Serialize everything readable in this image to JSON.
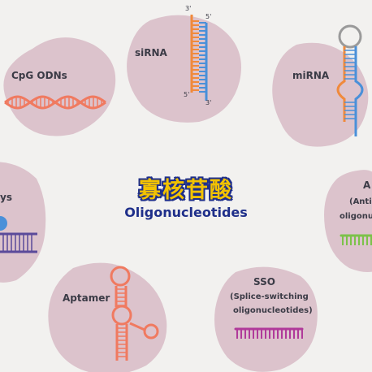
{
  "title": {
    "chinese": "寡核苷酸",
    "english": "Oligonucleotides"
  },
  "nodes": {
    "cpg": {
      "label": "CpG ODNs"
    },
    "sirna": {
      "label": "siRNA",
      "strand_ends": [
        "3'",
        "5'",
        "5'",
        "3'"
      ]
    },
    "mirna": {
      "label": "miRNA"
    },
    "aptazymes": {
      "label": "ys"
    },
    "aso": {
      "label": "A",
      "sub1": "(Anti",
      "sub2": "oligonuc"
    },
    "aptamer": {
      "label": "Aptamer"
    },
    "sso": {
      "label": "SSO",
      "sub1": "(Splice-switching",
      "sub2": "oligonucleotides)"
    }
  },
  "colors": {
    "background": "#f2f1ef",
    "blob": "#dcc3cc",
    "orange": "#f08a3c",
    "blue": "#4a90d9",
    "salmon": "#f07a60",
    "green": "#7cc24a",
    "magenta": "#b03a9a",
    "purple": "#5a4a9a",
    "grey": "#9a9a9a",
    "title_yellow": "#f2c200",
    "title_navy": "#1f2f8a"
  }
}
